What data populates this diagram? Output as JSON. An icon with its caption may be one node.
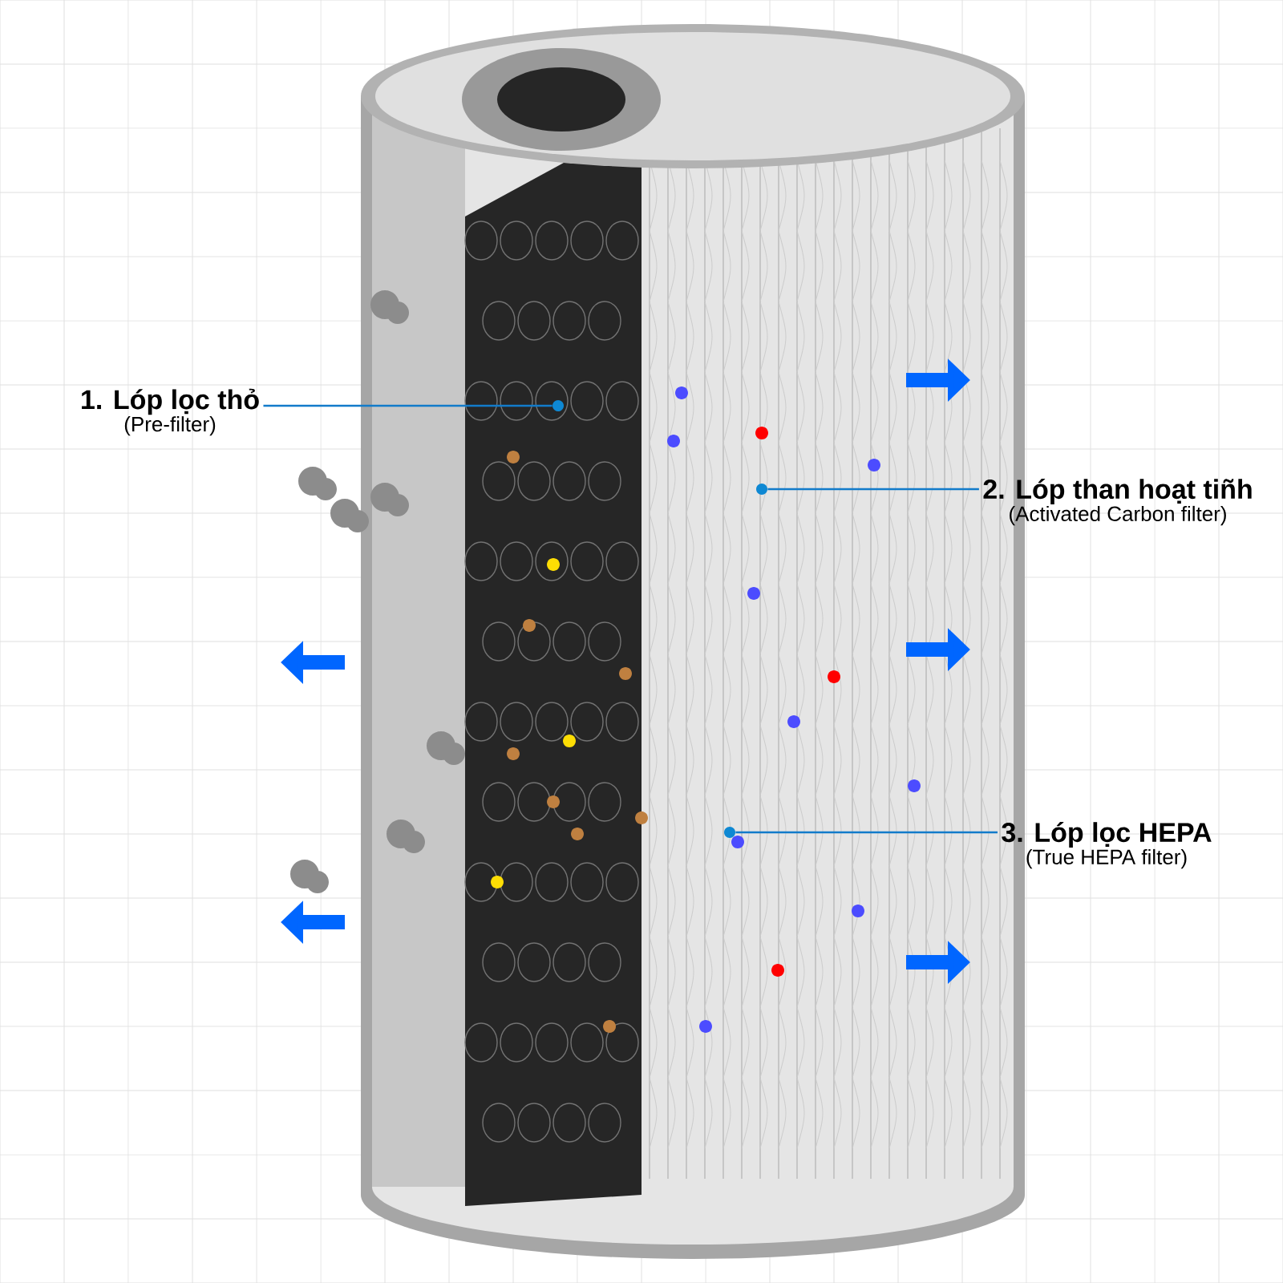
{
  "diagram": {
    "nodes": [
      {
        "text": [
          "1. Lóp lọc thỏ",
          "(Pre-filter)"
        ]
      },
      {
        "text": [],
        "shape": "circle"
      },
      {
        "text": [
          "2. Lóp than hoạt tiñh",
          "(Activated Carbon filter)"
        ]
      },
      {
        "text": [],
        "shape": "circle"
      },
      {
        "text": [
          "3. Lóp lọc HEPA",
          "(True HEPA filter)"
        ]
      },
      {
        "text": [],
        "shape": "circle"
      }
    ],
    "edges": [
      {
        "from": 0,
        "to": 1,
        "arrow": "none"
      },
      {
        "from": 2,
        "to": 3,
        "arrow": "none"
      },
      {
        "from": 4,
        "to": 5,
        "arrow": "none"
      }
    ]
  }
}
